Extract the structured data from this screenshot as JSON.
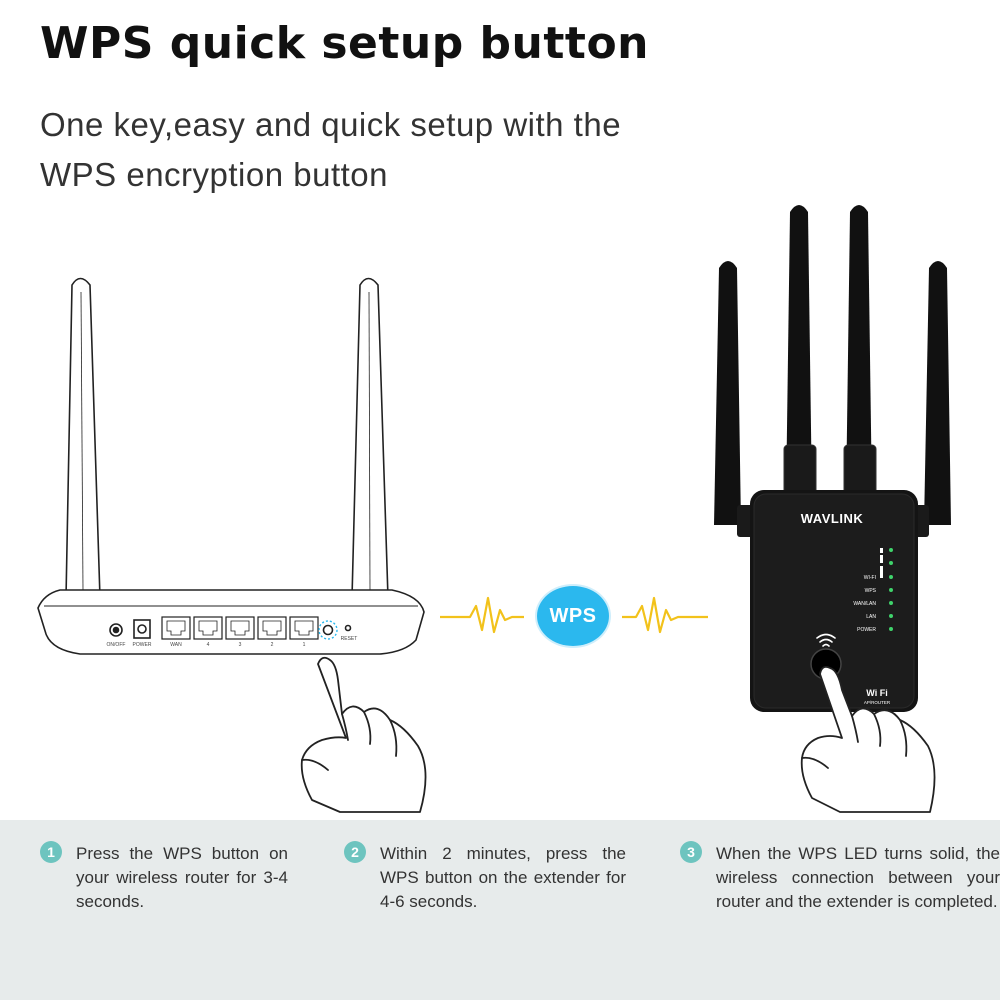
{
  "header": {
    "title": "WPS quick setup button",
    "subtitle": "One key,easy and quick setup with the WPS encryption button"
  },
  "router": {
    "labels": {
      "onoff": "ON/OFF",
      "power": "POWER",
      "wan": "WAN",
      "port4": "4",
      "port3": "3",
      "port2": "2",
      "port1": "1",
      "reset": "RESET"
    }
  },
  "center": {
    "badge": "WPS"
  },
  "extender": {
    "brand": "WAVLINK",
    "leds": [
      "WI-FI",
      "WPS",
      "WAN/LAN",
      "LAN",
      "POWER"
    ],
    "wifi_logo": "Wi Fi",
    "mode_label": "AP/ROUTER"
  },
  "colors": {
    "badge_blue": "#2bb8ee",
    "signal_yellow": "#f2c21b",
    "step_teal": "#6dc4bf",
    "panel_gray": "#e7ebeb",
    "led_green": "#3fd36b"
  },
  "steps": [
    {
      "num": "1",
      "text": "Press the WPS button on your wireless router for 3-4 seconds."
    },
    {
      "num": "2",
      "text": "Within 2 minutes, press the WPS button on the extender for 4-6 seconds."
    },
    {
      "num": "3",
      "text": "When the WPS LED turns solid, the wireless connection between your router and the extender is completed."
    }
  ]
}
